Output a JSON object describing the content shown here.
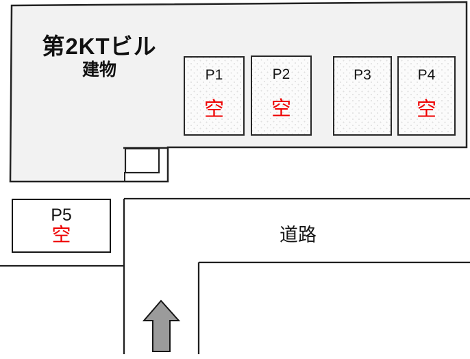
{
  "map": {
    "building": {
      "name": "第2KTビル",
      "label": "建物"
    },
    "road": {
      "label": "道路"
    },
    "spots": [
      {
        "id": "P1",
        "status": "空"
      },
      {
        "id": "P2",
        "status": "空"
      },
      {
        "id": "P3",
        "status": ""
      },
      {
        "id": "P4",
        "status": "空"
      },
      {
        "id": "P5",
        "status": "空"
      }
    ]
  },
  "icons": {
    "entrance_arrow": "arrow-up"
  },
  "colors": {
    "vacant_red": "#ee0000",
    "building_fill": "#f2f2f2",
    "outline": "#1f1f1f",
    "arrow_fill": "#9b9b9b",
    "spot_fill": "#fbfbfb"
  }
}
